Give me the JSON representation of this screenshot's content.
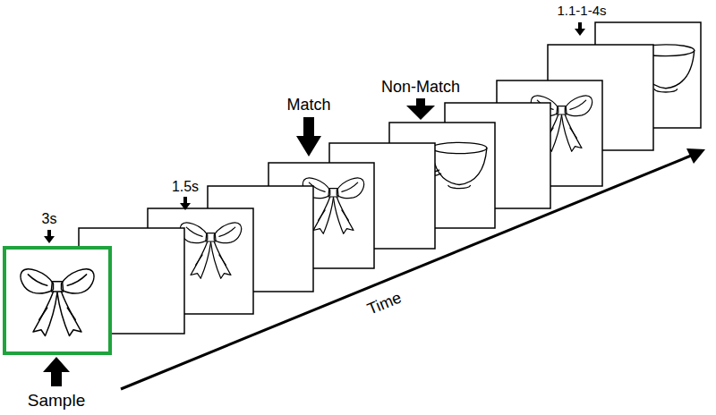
{
  "diagram": {
    "labels": [
      "3s",
      "1.5s",
      "Match",
      "Non-Match",
      "1.1-1-4s",
      "Time",
      "Sample"
    ]
  }
}
